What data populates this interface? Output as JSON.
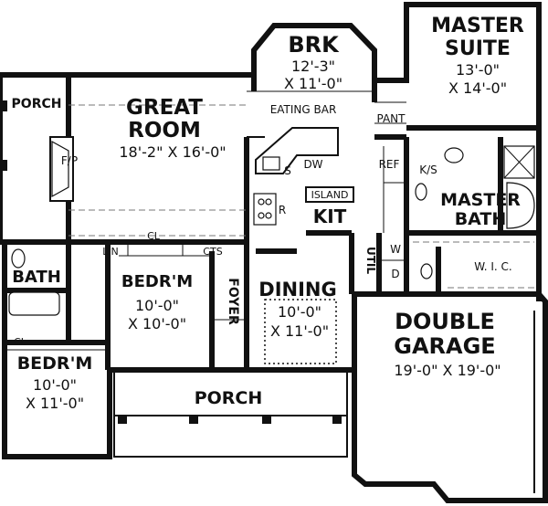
{
  "rooms": {
    "porch_left": "PORCH",
    "great_room": {
      "name_line1": "GREAT",
      "name_line2": "ROOM",
      "dims": "18'-2\" X 16'-0\""
    },
    "fireplace": "F/P",
    "breakfast": {
      "name": "BRK",
      "dim_line1": "12'-3\"",
      "dim_line2": "X 11'-0\""
    },
    "eating_bar": "EATING BAR",
    "master_suite": {
      "name_line1": "MASTER",
      "name_line2": "SUITE",
      "dim_line1": "13'-0\"",
      "dim_line2": "X 14'-0\""
    },
    "pantry": "PANT",
    "sink": "S",
    "dishwasher": "DW",
    "refrigerator": "REF",
    "ks": "K/S",
    "island": "ISLAND",
    "kitchen": "KIT",
    "range": "R",
    "master_bath": {
      "name_line1": "MASTER",
      "name_line2": "BATH"
    },
    "linen": "LIN",
    "closet_bedroom2": "CL",
    "coats": "CTS",
    "bath": "BATH",
    "bedroom2": {
      "name": "BEDR'M",
      "dim_line1": "10'-0\"",
      "dim_line2": "X 10'-0\""
    },
    "foyer": "FOYER",
    "dining": {
      "name": "DINING",
      "dim_line1": "10'-0\"",
      "dim_line2": "X 11'-0\""
    },
    "utility": "UTIL",
    "washer": "W",
    "dryer": "D",
    "wic": "W. I. C.",
    "closet_bedroom3": "CL",
    "bedroom3": {
      "name": "BEDR'M",
      "dim_line1": "10'-0\"",
      "dim_line2": "X 11'-0\""
    },
    "garage": {
      "name_line1": "DOUBLE",
      "name_line2": "GARAGE",
      "dims": "19'-0\" X 19'-0\""
    },
    "porch_front": "PORCH"
  }
}
